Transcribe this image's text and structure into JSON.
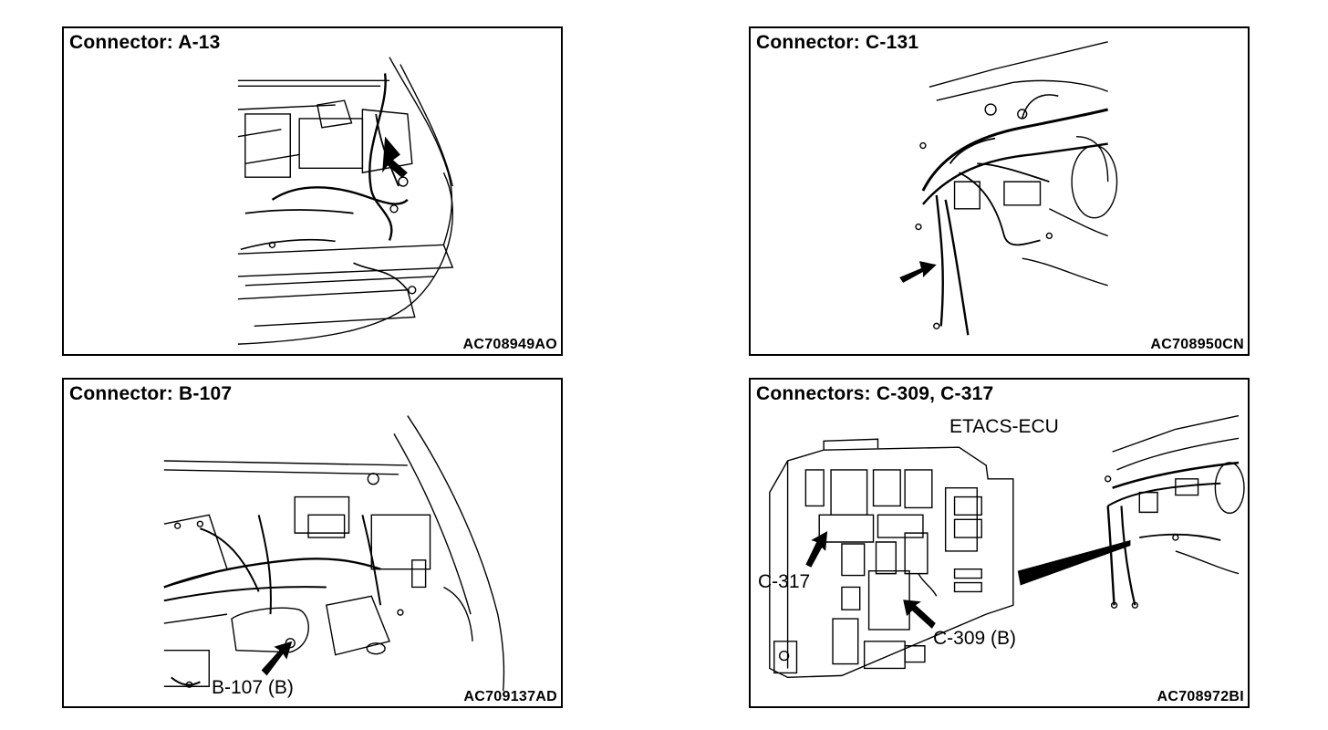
{
  "panels": [
    {
      "title": "Connector: A-13",
      "code": "AC708949AO",
      "callouts": []
    },
    {
      "title": "Connector: C-131",
      "code": "AC708950CN",
      "callouts": []
    },
    {
      "title": "Connector: B-107",
      "code": "AC709137AD",
      "callouts": [
        "B-107 (B)"
      ]
    },
    {
      "title": "Connectors: C-309, C-317",
      "code": "AC708972BI",
      "subtitle": "ETACS-ECU",
      "callouts": [
        "C-317",
        "C-309 (B)"
      ]
    }
  ]
}
